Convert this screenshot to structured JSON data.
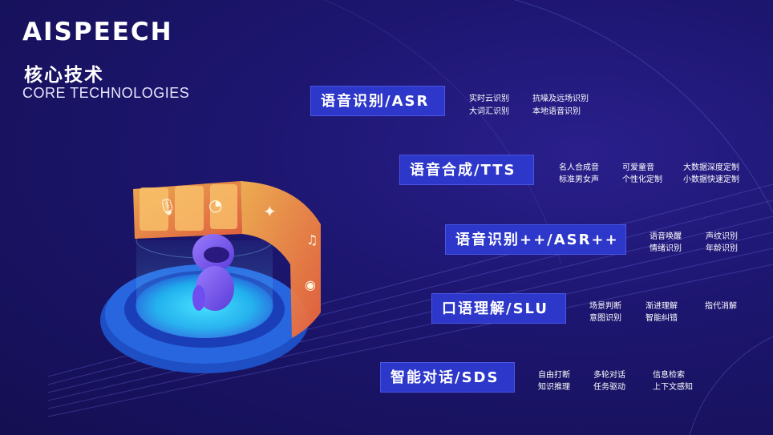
{
  "header": {
    "logo": "AISPEECH",
    "title_cn": "核心技术",
    "title_en": "CORE TECHNOLOGIES"
  },
  "technologies": [
    {
      "label": "语音识别/ASR",
      "features": [
        "实时云识别",
        "大词汇识别",
        "抗噪及远场识别",
        "本地语音识别"
      ]
    },
    {
      "label": "语音合成/TTS",
      "features": [
        "名人合成音",
        "标准男女声",
        "可爱童音",
        "个性化定制",
        "大数据深度定制",
        "小数据快速定制"
      ]
    },
    {
      "label": "语音识别++/ASR++",
      "features": [
        "语音唤醒",
        "情绪识别",
        "声纹识别",
        "年龄识别"
      ]
    },
    {
      "label": "口语理解/SLU",
      "features": [
        "场景判断",
        "意图识别",
        "渐进理解",
        "智能纠错",
        "指代消解"
      ]
    },
    {
      "label": "智能对话/SDS",
      "features": [
        "自由打断",
        "知识推理",
        "多轮对话",
        "任务驱动",
        "信息检索",
        "上下文感知"
      ]
    }
  ],
  "illustration": {
    "icons": [
      "mic-icon",
      "chat-icon",
      "voice-assistant-icon",
      "music-icon",
      "radio-icon"
    ]
  },
  "colors": {
    "background": "#1d1670",
    "label_bg": "#2d37c9",
    "accent_orange": "#f0a040",
    "accent_cyan": "#18c8f0",
    "robot": "#7b5cf0"
  }
}
